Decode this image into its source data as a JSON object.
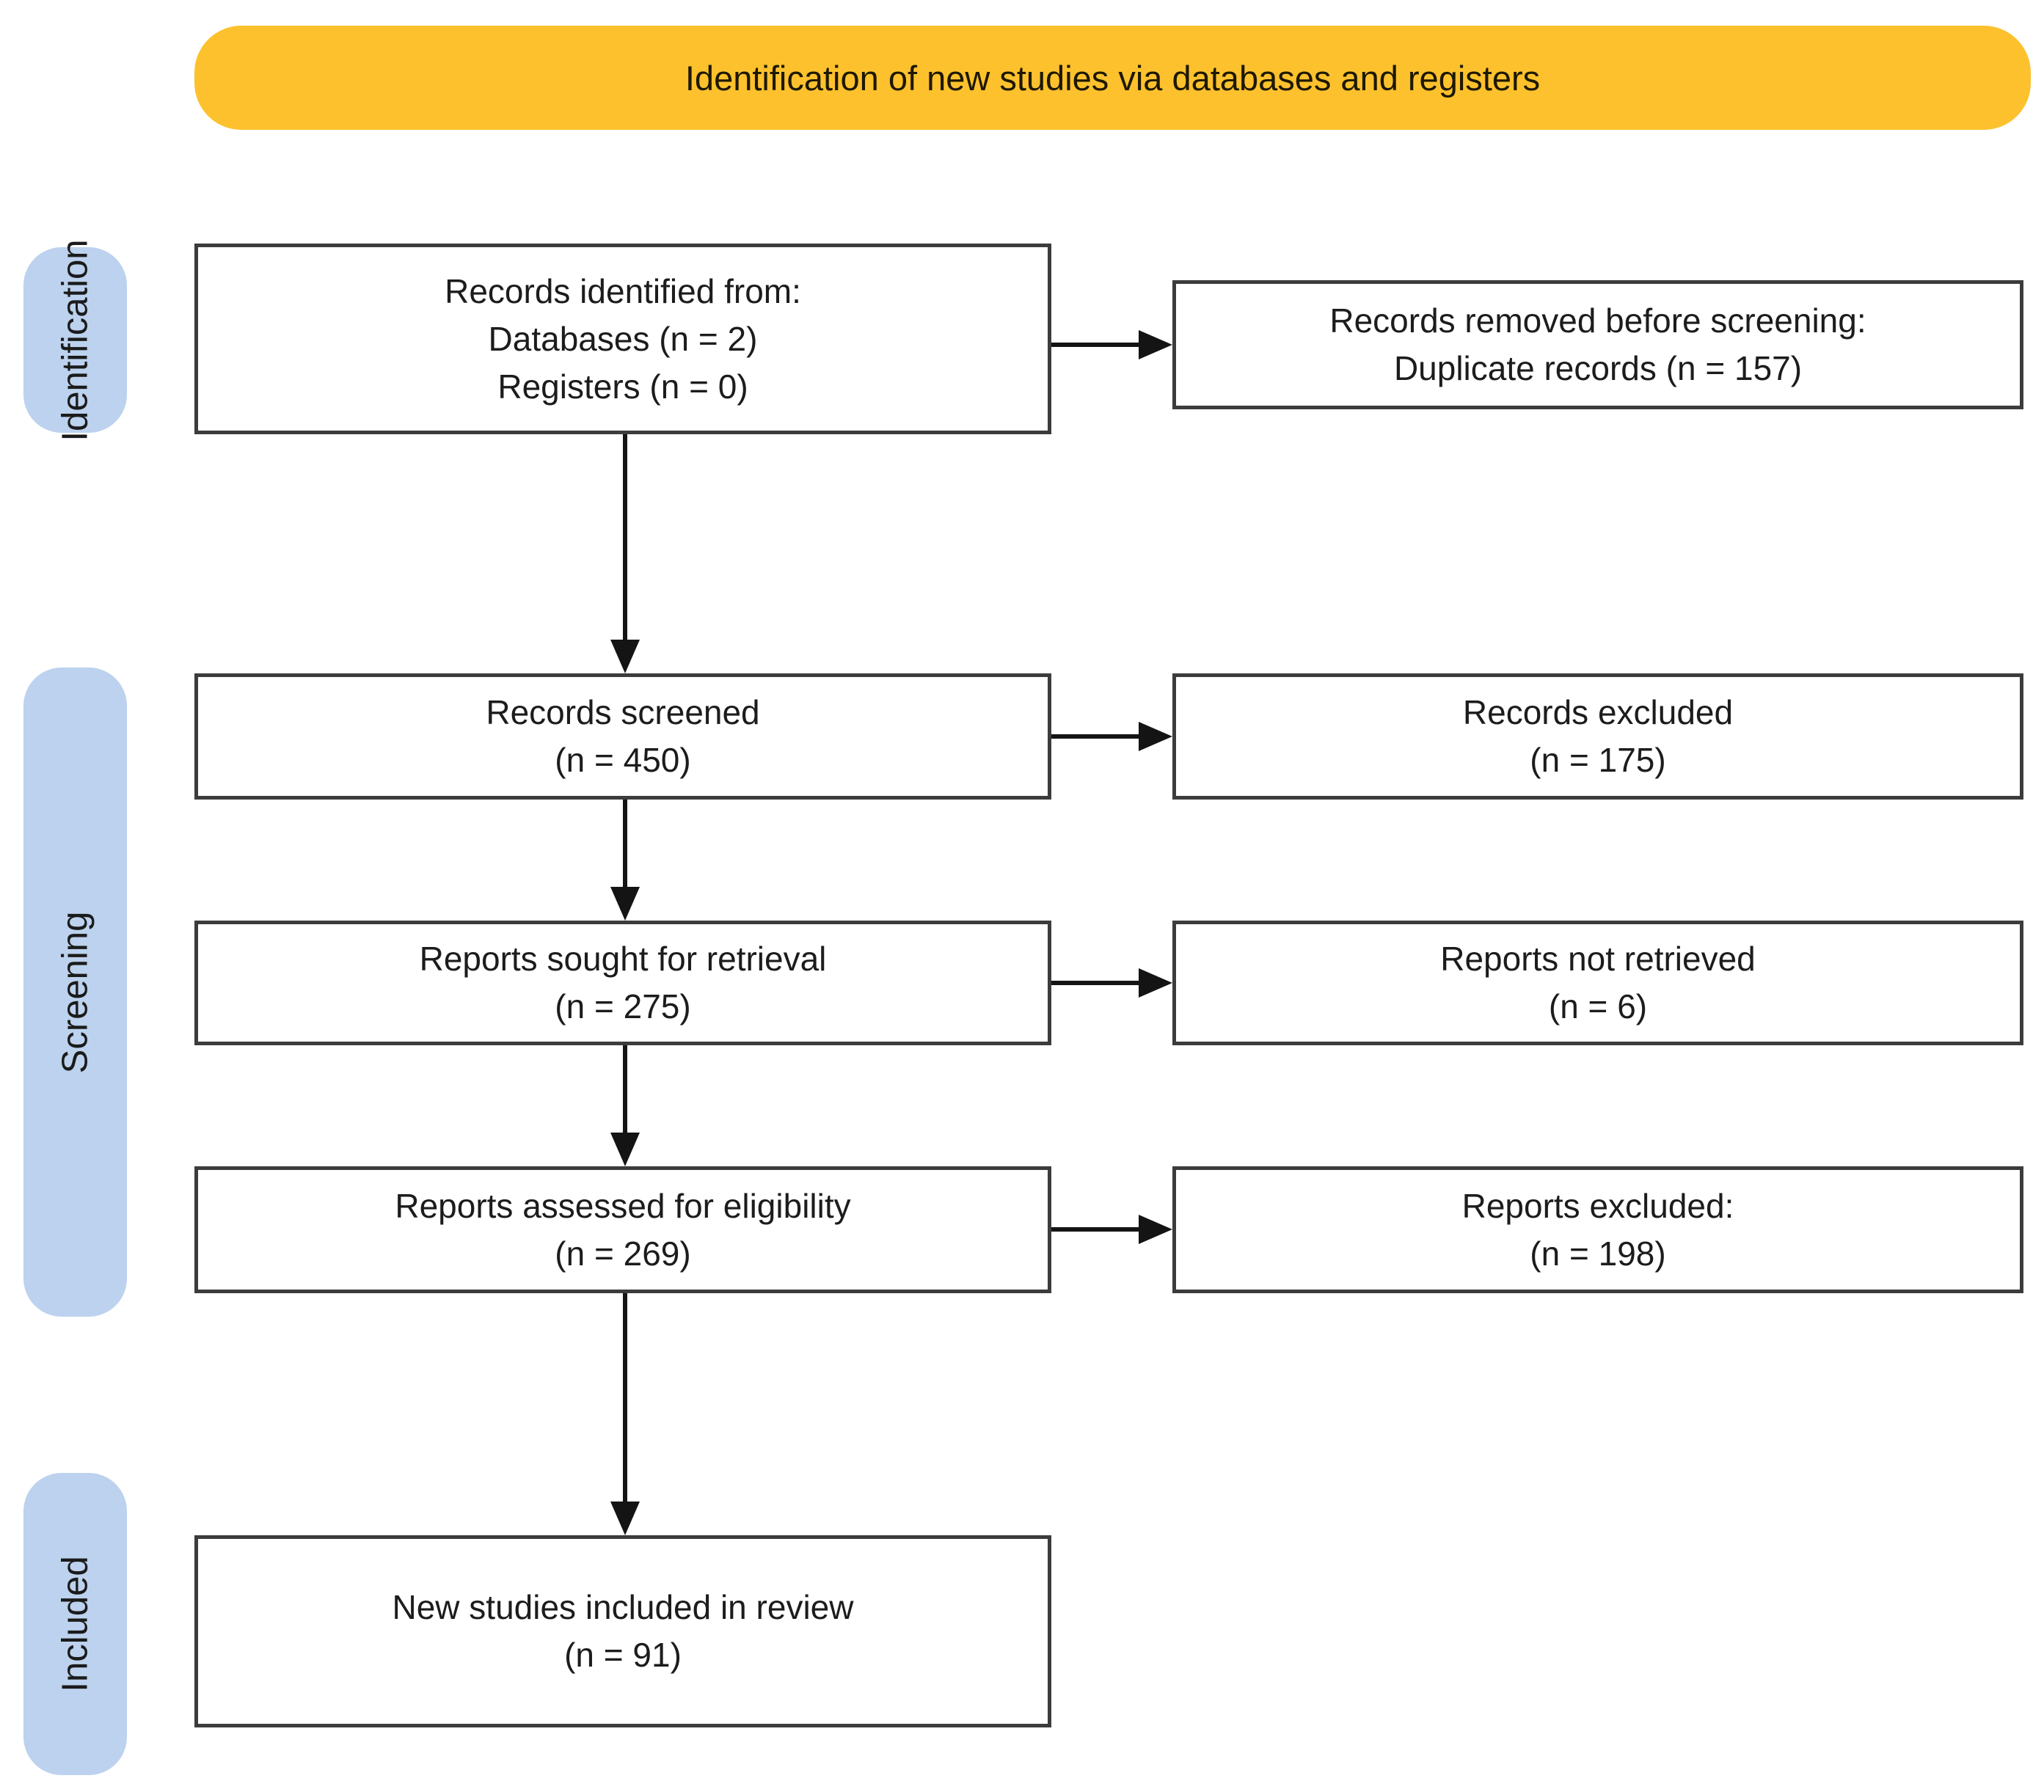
{
  "banner": {
    "label": "Identification of new studies via databases and registers"
  },
  "stages": [
    {
      "label": "Identification"
    },
    {
      "label": "Screening"
    },
    {
      "label": "Included"
    }
  ],
  "boxes": {
    "left": [
      {
        "lines": [
          "Records identified from:",
          "Databases (n = 2)",
          "Registers (n = 0)"
        ]
      },
      {
        "lines": [
          "Records screened",
          "(n = 450)"
        ]
      },
      {
        "lines": [
          "Reports sought for retrieval",
          "(n = 275)"
        ]
      },
      {
        "lines": [
          "Reports assessed for eligibility",
          "(n = 269)"
        ]
      },
      {
        "lines": [
          "New studies included in review",
          "(n = 91)"
        ]
      }
    ],
    "right": [
      {
        "lines": [
          "Records removed before screening:",
          "Duplicate records (n = 157)"
        ]
      },
      {
        "lines": [
          "Records excluded",
          "(n = 175)"
        ]
      },
      {
        "lines": [
          "Reports not retrieved",
          "(n = 6)"
        ]
      },
      {
        "lines": [
          "Reports excluded:",
          "(n = 198)"
        ]
      }
    ]
  },
  "colors": {
    "banner_fill": "#FCC12D",
    "stage_fill": "#BCD2EE",
    "box_border": "#3C3C3C",
    "arrow": "#141414",
    "text": "#1C1C1C"
  }
}
